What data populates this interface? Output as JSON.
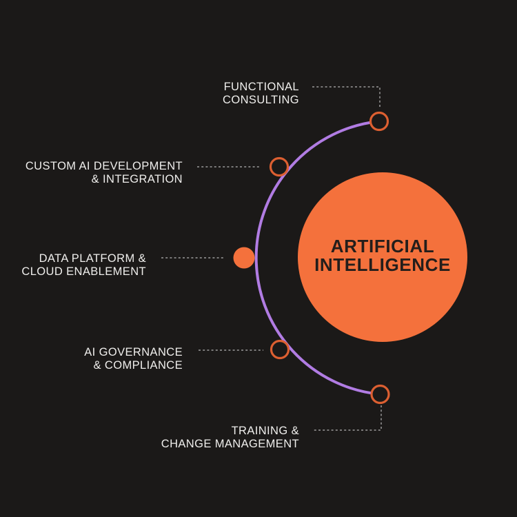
{
  "diagram": {
    "title": {
      "line1": "ARTIFICIAL",
      "line2": "INTELLIGENCE"
    },
    "items": [
      {
        "id": "functional-consulting",
        "label_line1": "FUNCTIONAL",
        "label_line2": "CONSULTING",
        "node_style": "outline"
      },
      {
        "id": "custom-ai-development",
        "label_line1": "CUSTOM AI DEVELOPMENT",
        "label_line2": "& INTEGRATION",
        "node_style": "outline"
      },
      {
        "id": "data-platform",
        "label_line1": "DATA PLATFORM &",
        "label_line2": "CLOUD ENABLEMENT",
        "node_style": "filled"
      },
      {
        "id": "ai-governance",
        "label_line1": "AI GOVERNANCE",
        "label_line2": "& COMPLIANCE",
        "node_style": "outline"
      },
      {
        "id": "training-change-mgmt",
        "label_line1": "TRAINING &",
        "label_line2": "CHANGE MANAGEMENT",
        "node_style": "outline"
      }
    ],
    "colors": {
      "background": "#1B1918",
      "accent_orange": "#F4713C",
      "node_ring_orange": "#DC5F31",
      "arc_purple": "#B17CE3",
      "connector_gray": "#9C9C9C",
      "label_text": "#EFEEEC",
      "title_text": "#241E1B"
    }
  }
}
